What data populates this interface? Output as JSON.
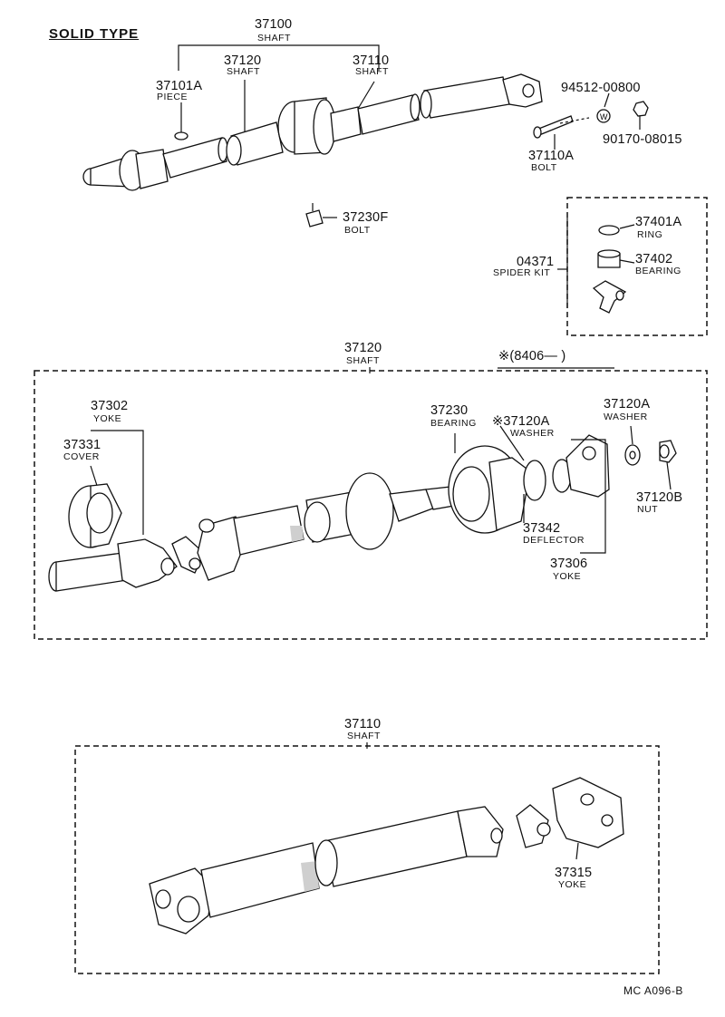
{
  "header": {
    "title": "SOLID TYPE"
  },
  "footer": {
    "code": "MC  A096-B"
  },
  "top": {
    "shaft_37100": {
      "num": "37100",
      "sub": "SHAFT"
    },
    "shaft_37120": {
      "num": "37120",
      "sub": "SHAFT"
    },
    "shaft_37110": {
      "num": "37110",
      "sub": "SHAFT"
    },
    "piece_37101A": {
      "num": "37101A",
      "sub": "PIECE"
    },
    "washer_94512": {
      "num": "94512-00800"
    },
    "nut_90170": {
      "num": "90170-08015"
    },
    "bolt_37110A": {
      "num": "37110A",
      "sub": "BOLT"
    },
    "bolt_37230F": {
      "num": "37230F",
      "sub": "BOLT"
    }
  },
  "spider_kit": {
    "kit": {
      "num": "04371",
      "sub": "SPIDER KIT"
    },
    "ring": {
      "num": "37401A",
      "sub": "RING"
    },
    "bearing": {
      "num": "37402",
      "sub": "BEARING"
    }
  },
  "middle": {
    "shaft_37120": {
      "num": "37120",
      "sub": "SHAFT"
    },
    "note": "※(8406—        )",
    "yoke_37302": {
      "num": "37302",
      "sub": "YOKE"
    },
    "cover_37331": {
      "num": "37331",
      "sub": "COVER"
    },
    "bearing_37230": {
      "num": "37230",
      "sub": "BEARING"
    },
    "washer_37120A_star": {
      "num": "※37120A",
      "sub": "WASHER"
    },
    "washer_37120A": {
      "num": "37120A",
      "sub": "WASHER"
    },
    "nut_37120B": {
      "num": "37120B",
      "sub": "NUT"
    },
    "deflector_37342": {
      "num": "37342",
      "sub": "DEFLECTOR"
    },
    "yoke_37306": {
      "num": "37306",
      "sub": "YOKE"
    }
  },
  "bottom": {
    "shaft_37110": {
      "num": "37110",
      "sub": "SHAFT"
    },
    "yoke_37315": {
      "num": "37315",
      "sub": "YOKE"
    }
  }
}
